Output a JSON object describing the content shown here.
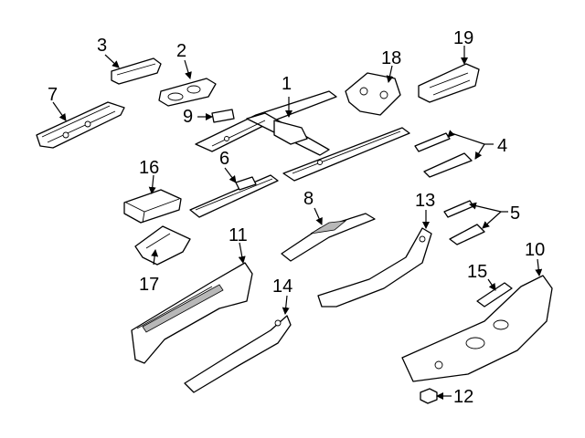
{
  "callouts": {
    "c1": "1",
    "c2": "2",
    "c3": "3",
    "c4": "4",
    "c5": "5",
    "c6": "6",
    "c7": "7",
    "c8": "8",
    "c9": "9",
    "c10": "10",
    "c11": "11",
    "c12": "12",
    "c13": "13",
    "c14": "14",
    "c15": "15",
    "c16": "16",
    "c17": "17",
    "c18": "18",
    "c19": "19"
  },
  "colors": {
    "line": "#000000",
    "background": "#ffffff",
    "shading": "#b8b8b8"
  }
}
